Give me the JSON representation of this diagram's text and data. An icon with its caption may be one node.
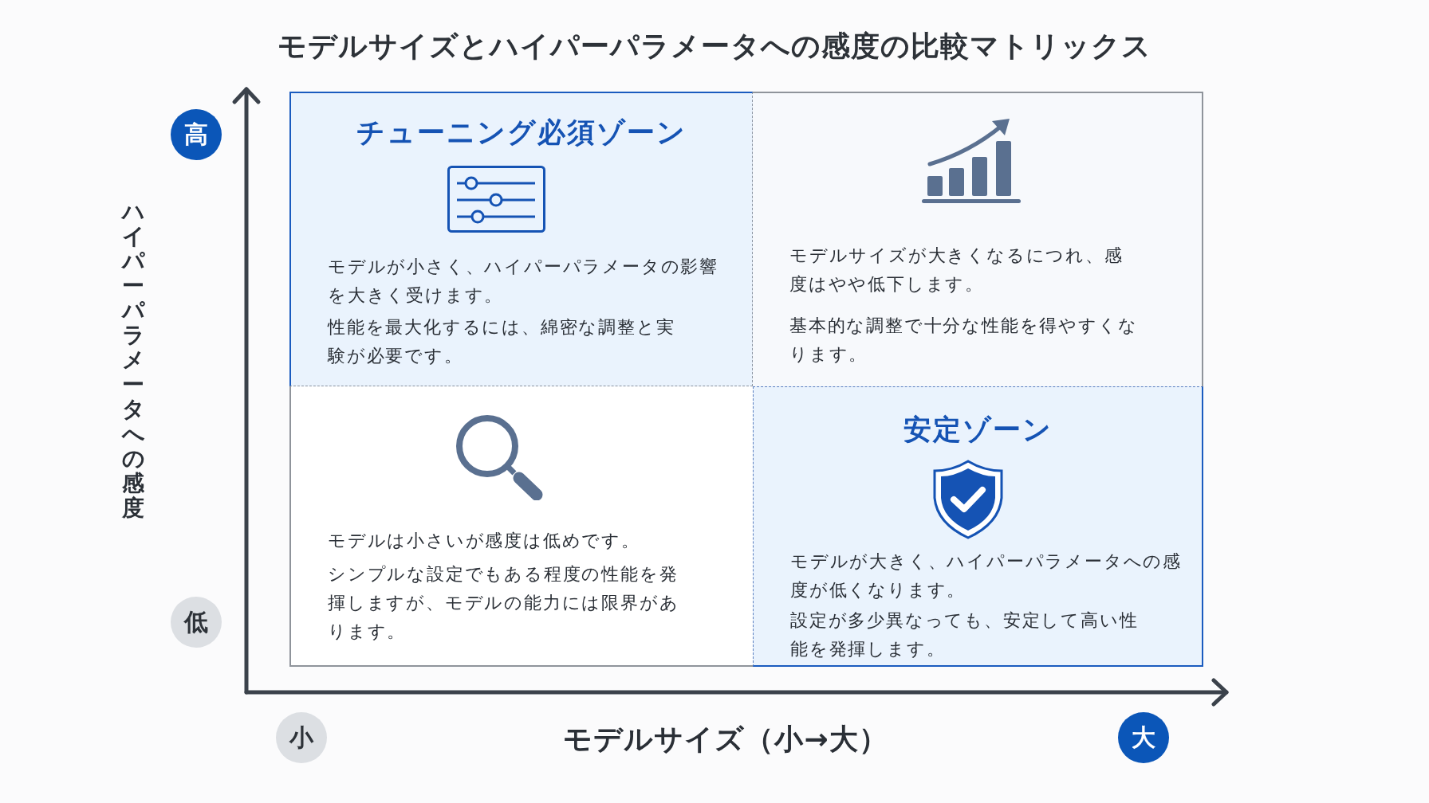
{
  "diagram": {
    "title": "モデルサイズとハイパーパラメータへの感度の比較マトリックス",
    "nodes": [
      {
        "text": [
          "チューニング必須ゾーン",
          "モデルが小さく、ハイパーパラメータの影響を大きく受けます。",
          "性能を最大化するには、綿密な調整と実験が必要です。"
        ]
      },
      {
        "text": [
          "モデルサイズが大きくなるにつれ、感度はやや低下します。",
          "基本的な調整で十分な性能を得やすくなります。"
        ]
      },
      {
        "text": [
          "モデルは小さいが感度は低めです。",
          "シンプルな設定でもある程度の性能を発揮しますが、モデルの能力には限界があります。"
        ]
      },
      {
        "text": [
          "安定ゾーン",
          "モデルが大きく、ハイパーパラメータへの感度が低くなります。",
          "設定が多少異なっても、安定して高い性能を発揮します。"
        ]
      },
      {
        "text": [
          "高"
        ]
      },
      {
        "text": [
          "低"
        ]
      },
      {
        "text": [
          "小"
        ]
      },
      {
        "text": [
          "大"
        ]
      }
    ],
    "labels": [
      "ハイパーパラメータへの感度",
      "モデルサイズ（小→大）"
    ]
  }
}
